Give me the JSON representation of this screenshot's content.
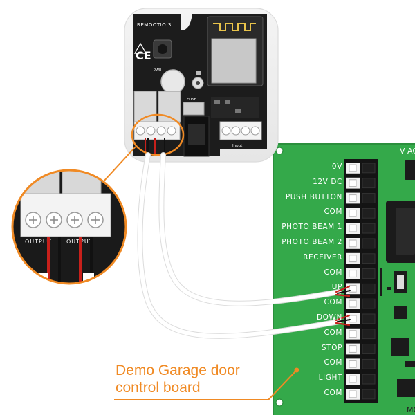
{
  "device": {
    "model_label": "REMOOTIO 3",
    "ce_mark": "CE",
    "fuse_label": "FUSE",
    "pwr_label": "PWR",
    "output_label": "OUTPUT",
    "input_label": "Input"
  },
  "control_board": {
    "corner_label": "V AC",
    "corner_label_bottom": "MO",
    "terminals": [
      "0V",
      "12V DC",
      "PUSH BUTTON",
      "COM",
      "PHOTO BEAM 1",
      "PHOTO BEAM 2",
      "RECEIVER",
      "COM",
      "UP",
      "COM",
      "DOWN",
      "COM",
      "STOP",
      "COM",
      "LIGHT",
      "COM"
    ]
  },
  "caption": {
    "line1": "Demo Garage door",
    "line2": "control board"
  },
  "colors": {
    "accent_orange": "#f08a24",
    "board_green": "#34a94a",
    "pcb_black": "#1c1c1c",
    "wire_red": "#c8201b"
  }
}
